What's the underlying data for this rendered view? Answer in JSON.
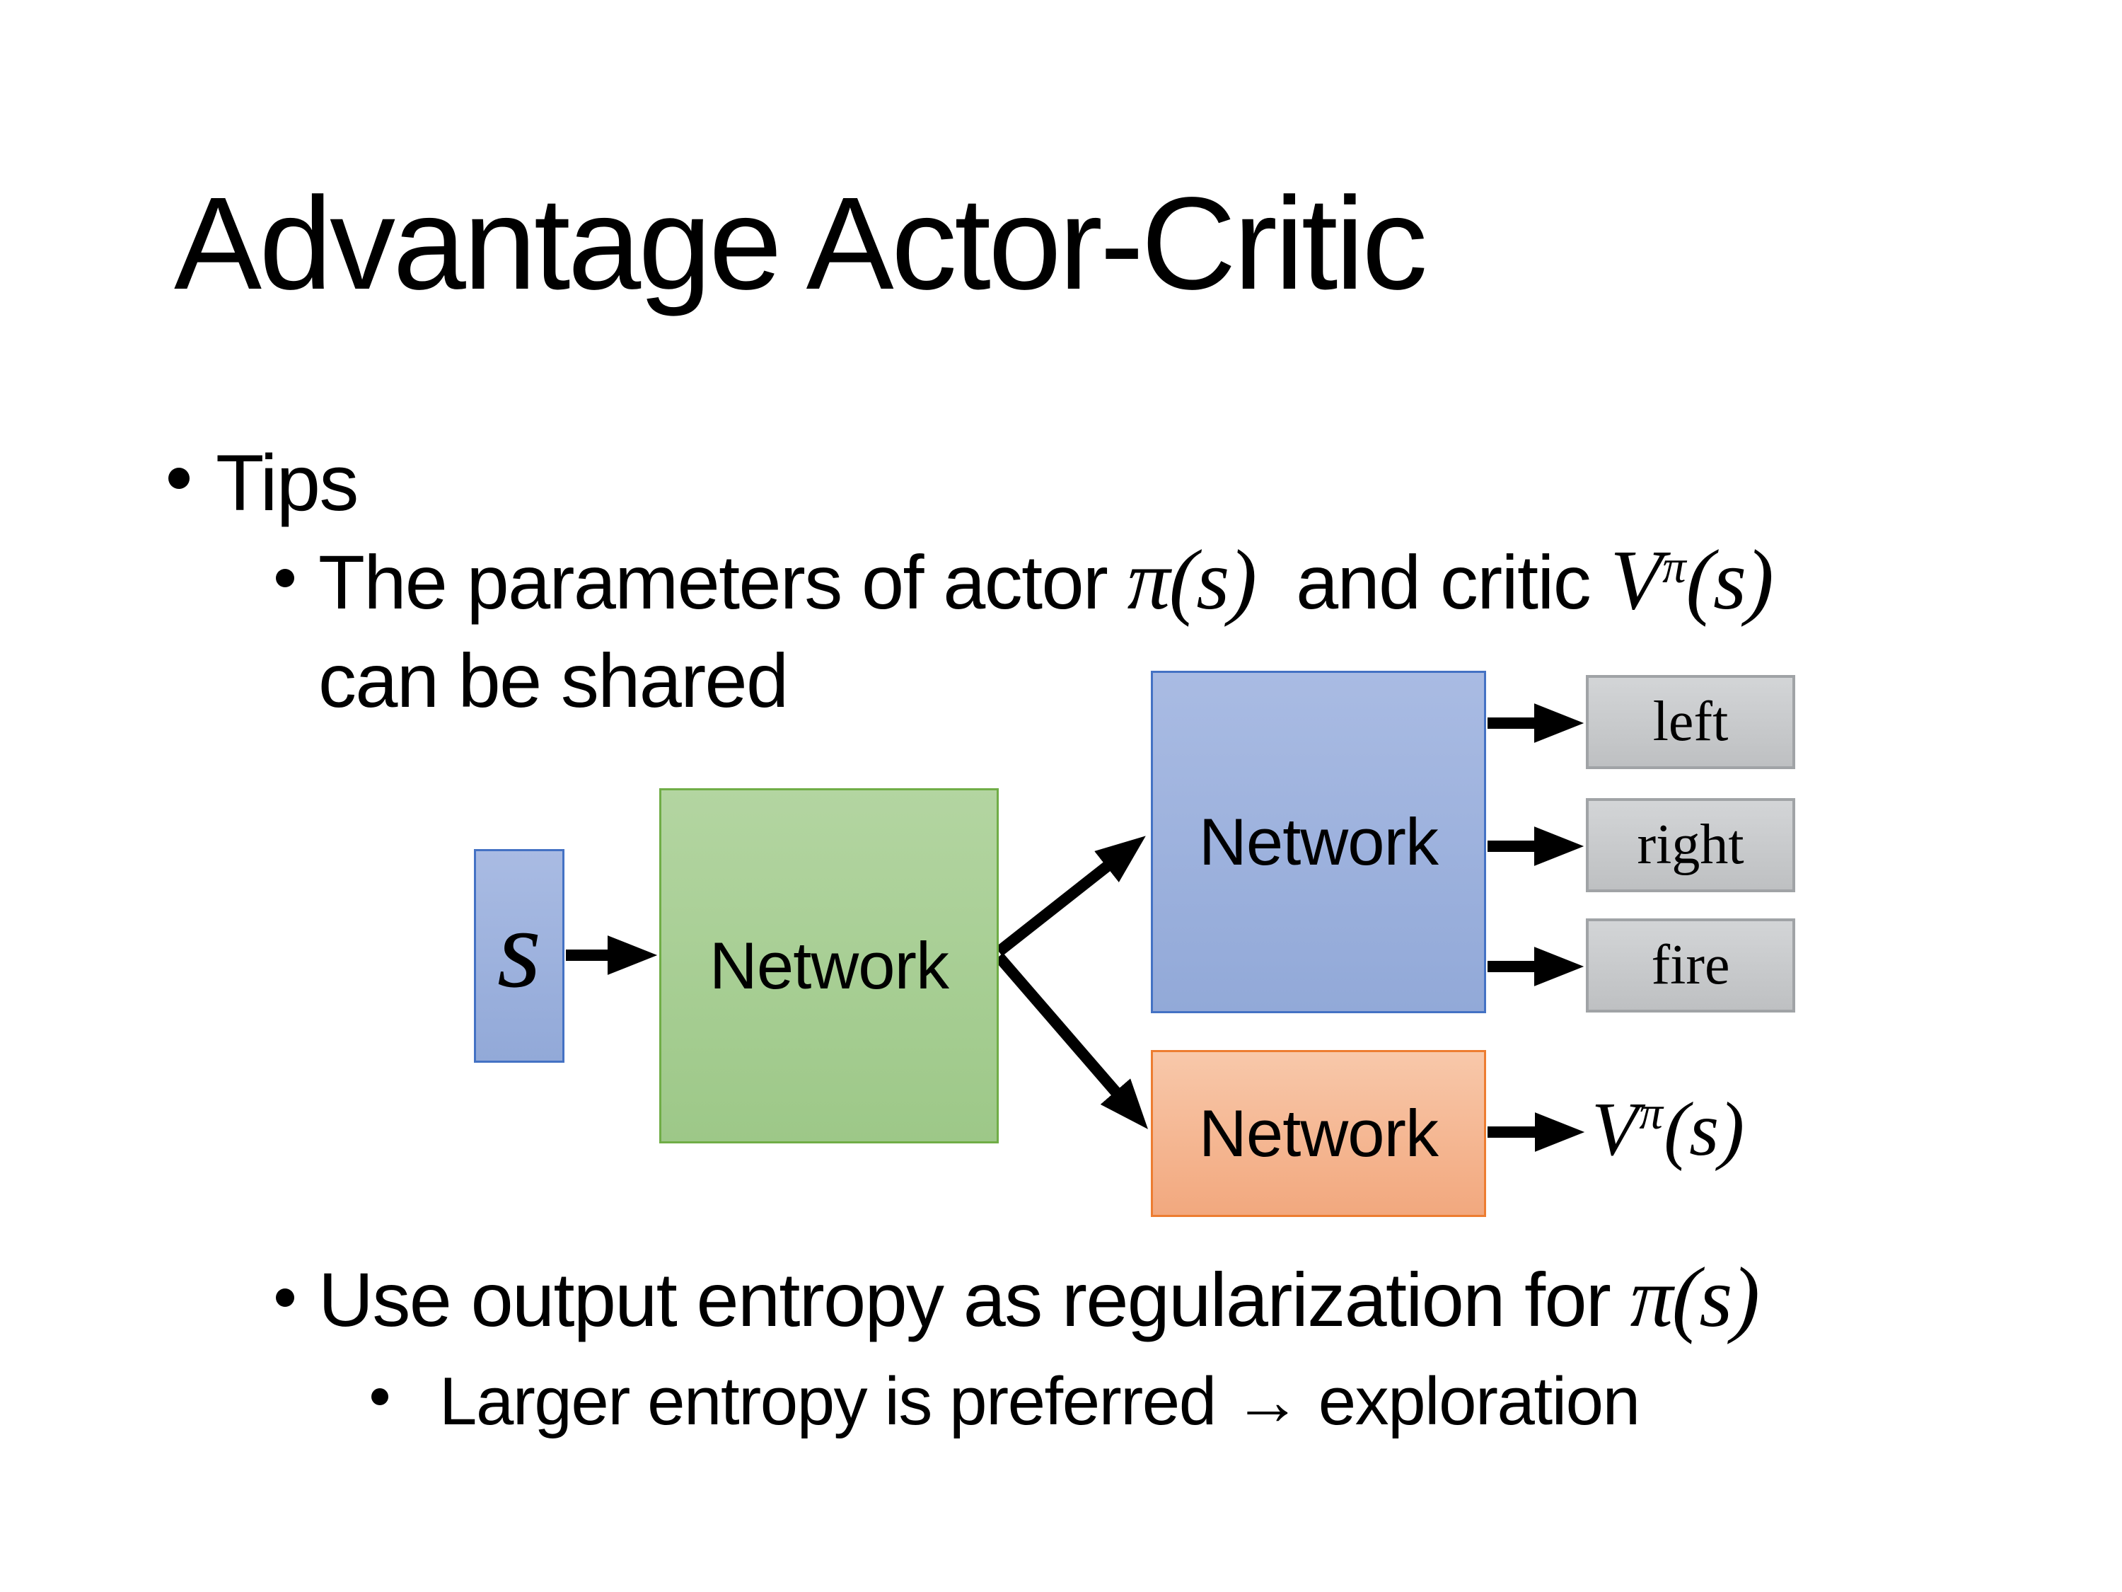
{
  "css_vars": {
    "bg-color": "#FFFFFF",
    "text-color": "#000000",
    "blue-border": "#4472C4",
    "blue-top": "#A9BBE3",
    "blue-bottom": "#92A9D8",
    "green-border": "#70AD47",
    "green-top": "#B3D5A1",
    "green-bottom": "#9DC888",
    "orange-border": "#ED7D31",
    "orange-top": "#F8C8AA",
    "orange-bottom": "#F2A87E",
    "gray-border": "#A0A3A6",
    "gray-top": "#D3D5D7",
    "gray-bottom": "#BEC0C2"
  },
  "slide": {
    "title": "Advantage Actor-Critic",
    "bullets": {
      "tips": "Tips",
      "shared_pre": "The parameters of actor ",
      "shared_actor_math": "π(s)",
      "shared_mid": "  and critic ",
      "shared_value_v": "V",
      "shared_value_sup": "π",
      "shared_value_args": "(s)",
      "shared_line2": "can be shared",
      "entropy_pre": "Use output entropy as regularization for ",
      "entropy_math": "π(s)",
      "exploration": "Larger entropy is preferred → exploration"
    },
    "diagram": {
      "state_label": "s",
      "shared_network_label": "Network",
      "actor_network_label": "Network",
      "critic_network_label": "Network",
      "actions": [
        "left",
        "right",
        "fire"
      ],
      "value_v": "V",
      "value_sup": "π",
      "value_args": "(s)"
    }
  }
}
